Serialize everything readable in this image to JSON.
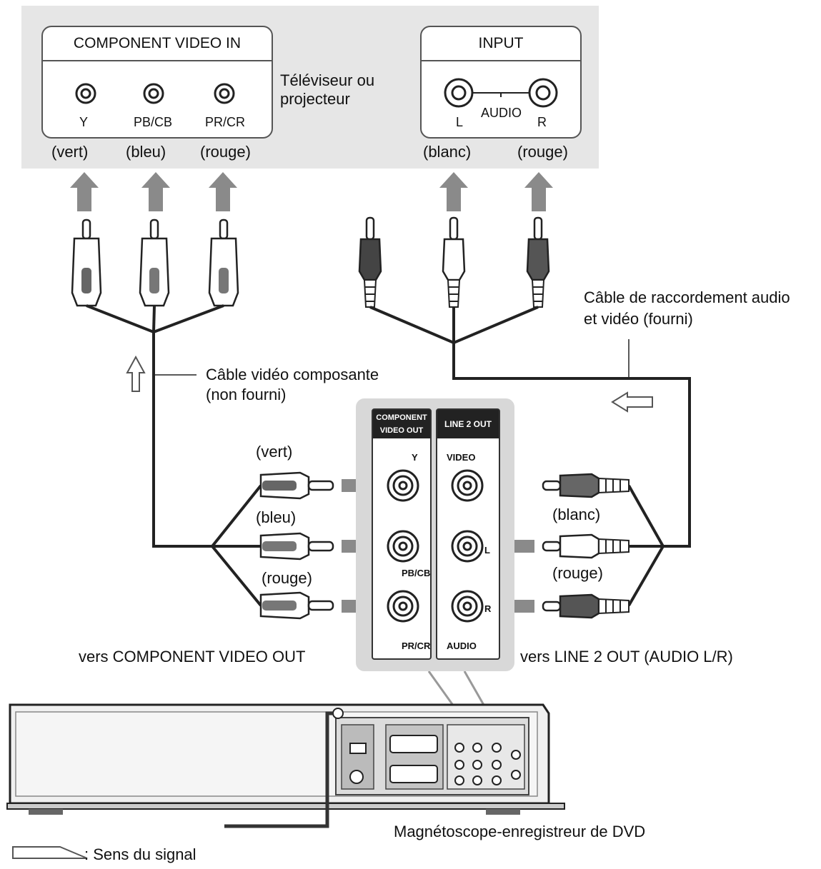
{
  "tv": {
    "component_panel_title": "COMPONENT VIDEO IN",
    "component_jacks": [
      "Y",
      "PB/CB",
      "PR/CR"
    ],
    "component_colors": [
      "(vert)",
      "(bleu)",
      "(rouge)"
    ],
    "device_label_line1": "Téléviseur ou",
    "device_label_line2": "projecteur",
    "input_panel_title": "INPUT",
    "input_left": "L",
    "input_audio": "AUDIO",
    "input_right": "R",
    "input_colors": [
      "(blanc)",
      "(rouge)"
    ]
  },
  "cables": {
    "component_line1": "Câble vidéo composante",
    "component_line2": "(non fourni)",
    "av_line1": "Câble de raccordement audio",
    "av_line2": "et vidéo (fourni)"
  },
  "recorder_panel": {
    "component_out_title_line1": "COMPONENT",
    "component_out_title_line2": "VIDEO OUT",
    "line2_out_title": "LINE 2 OUT",
    "y_label": "Y",
    "pb_label": "PB/CB",
    "pr_label": "PR/CR",
    "video_label": "VIDEO",
    "l_label": "L",
    "r_label": "R",
    "audio_label": "AUDIO"
  },
  "plug_colors_left": [
    "(vert)",
    "(bleu)",
    "(rouge)"
  ],
  "plug_colors_right": [
    "(blanc)",
    "(rouge)"
  ],
  "to_component_out": "vers COMPONENT VIDEO OUT",
  "to_line2_out": "vers LINE 2 OUT (AUDIO L/R)",
  "recorder_label": "Magnétoscope-enregistreur de DVD",
  "legend_text": ": Sens du signal",
  "colors": {
    "panel_bg": "#e6e6e6",
    "arrow": "#8a8a8a",
    "cable": "#222222",
    "plug_dark": "#555555"
  }
}
